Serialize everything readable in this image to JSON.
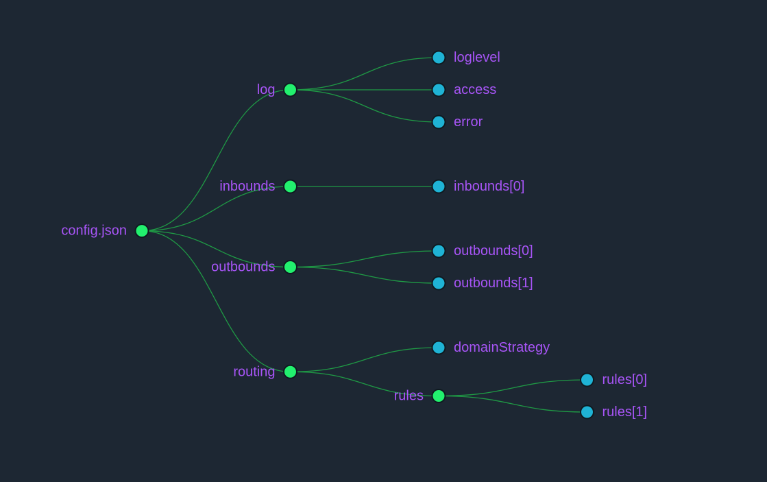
{
  "colors": {
    "background": "#1d2733",
    "link": "#1f9a45",
    "branch_node": "#22f06e",
    "leaf_node": "#1fb3d5",
    "label": "#a855f7"
  },
  "tree": {
    "name": "config.json",
    "children": [
      {
        "name": "log",
        "children": [
          {
            "name": "loglevel"
          },
          {
            "name": "access"
          },
          {
            "name": "error"
          }
        ]
      },
      {
        "name": "inbounds",
        "children": [
          {
            "name": "inbounds[0]"
          }
        ]
      },
      {
        "name": "outbounds",
        "children": [
          {
            "name": "outbounds[0]"
          },
          {
            "name": "outbounds[1]"
          }
        ]
      },
      {
        "name": "routing",
        "children": [
          {
            "name": "domainStrategy"
          },
          {
            "name": "rules",
            "children": [
              {
                "name": "rules[0]"
              },
              {
                "name": "rules[1]"
              }
            ]
          }
        ]
      }
    ]
  }
}
